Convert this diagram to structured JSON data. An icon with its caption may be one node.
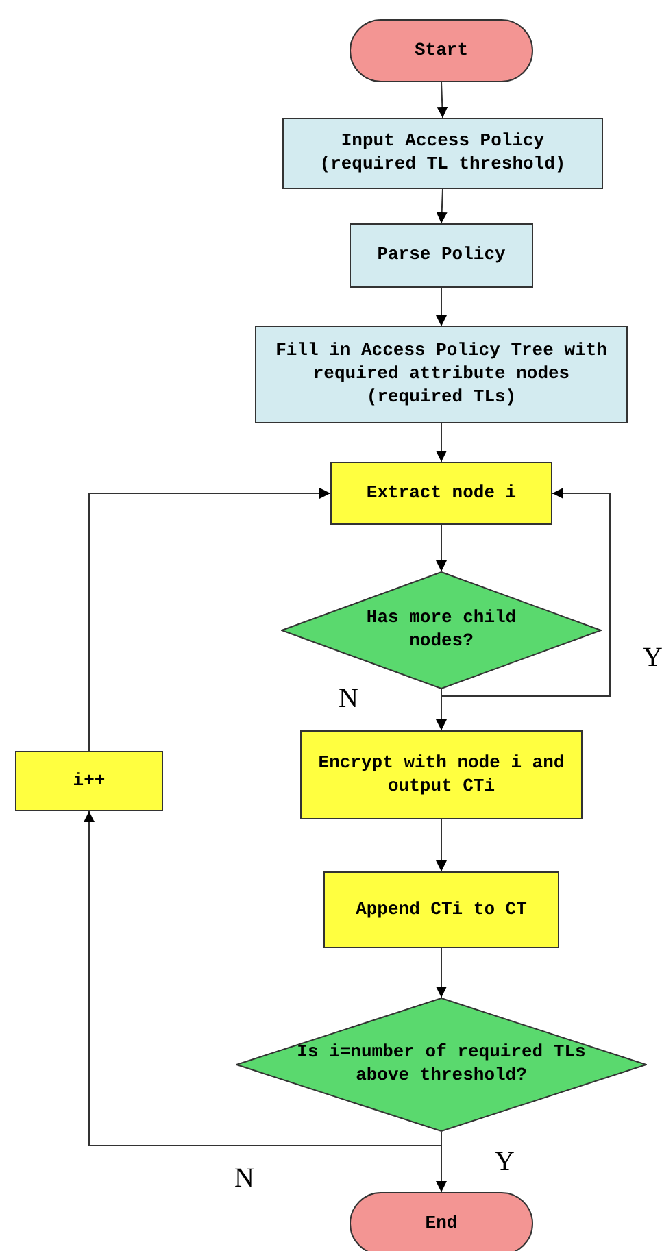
{
  "diagram": {
    "nodes": [
      {
        "text": [
          "Start"
        ]
      },
      {
        "text": [
          "Input Access Policy (required TL threshold)"
        ]
      },
      {
        "text": [
          "Parse Policy"
        ]
      },
      {
        "text": [
          "Fill in Access Policy Tree with required attribute nodes (required TLs)"
        ]
      },
      {
        "text": [
          "Extract node i"
        ]
      },
      {
        "text": [
          "Has more child nodes?"
        ]
      },
      {
        "text": [
          "Encrypt with node i and output CTi"
        ]
      },
      {
        "text": [
          "Append CTi to CT"
        ]
      },
      {
        "text": [
          "Is i=number of required TLs above threshold?"
        ]
      },
      {
        "text": [
          "End"
        ]
      },
      {
        "text": [
          "i++"
        ]
      }
    ],
    "edges": [
      {
        "from": 0,
        "to": 1,
        "arrow": "to"
      },
      {
        "from": 1,
        "to": 2,
        "arrow": "to"
      },
      {
        "from": 2,
        "to": 3,
        "arrow": "to"
      },
      {
        "from": 3,
        "to": 4,
        "arrow": "to"
      },
      {
        "from": 4,
        "to": 5,
        "arrow": "to"
      },
      {
        "from": 5,
        "to": 6,
        "arrow": "to",
        "label": "N"
      },
      {
        "from": 5,
        "to": 4,
        "arrow": "to",
        "label": "Y"
      },
      {
        "from": 6,
        "to": 7,
        "arrow": "to"
      },
      {
        "from": 7,
        "to": 8,
        "arrow": "to"
      },
      {
        "from": 8,
        "to": 9,
        "arrow": "to",
        "label": "Y"
      },
      {
        "from": 8,
        "to": 10,
        "arrow": "to",
        "label": "N"
      },
      {
        "from": 10,
        "to": 4,
        "arrow": "to"
      }
    ]
  }
}
